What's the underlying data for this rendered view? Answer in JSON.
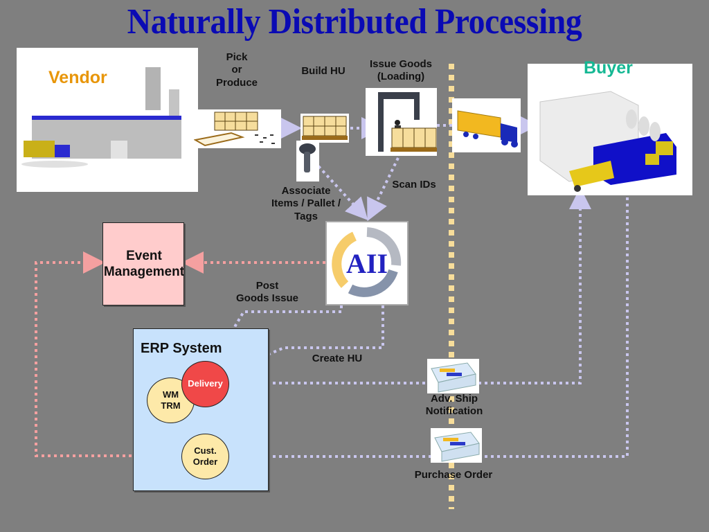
{
  "title": "Naturally Distributed Processing",
  "vendor": {
    "label": "Vendor",
    "icon": "factory-icon"
  },
  "buyer": {
    "label": "Buyer",
    "icon": "warehouse-icon"
  },
  "process_steps": {
    "pick": "Pick\nor\nProduce",
    "build_hu": "Build HU",
    "issue_goods": "Issue Goods\n(Loading)",
    "associate": "Associate\nItems / Pallet /\nTags",
    "scan_ids": "Scan IDs",
    "post_goods_issue": "Post\nGoods Issue",
    "create_hu": "Create HU"
  },
  "aii": {
    "label": "AII"
  },
  "event_management": {
    "label": "Event\nManagement"
  },
  "erp": {
    "title": "ERP System",
    "nodes": {
      "wm": "WM\nTRM",
      "delivery": "Delivery",
      "cust_order": "Cust.\nOrder"
    }
  },
  "documents": {
    "asn": "Adv. Ship\nNotification",
    "po": "Purchase Order"
  },
  "colors": {
    "title": "#0a0ab4",
    "vendor": "#e8960a",
    "buyer": "#16b894",
    "flow_lavender": "#c9c6ee",
    "flow_pink": "#f4a0a0",
    "divider": "#f7dd9a",
    "delivery": "#f04848",
    "node_yellow": "#fde9a9",
    "erp_bg": "#c8e2fc",
    "event_bg": "#ffcccc"
  }
}
